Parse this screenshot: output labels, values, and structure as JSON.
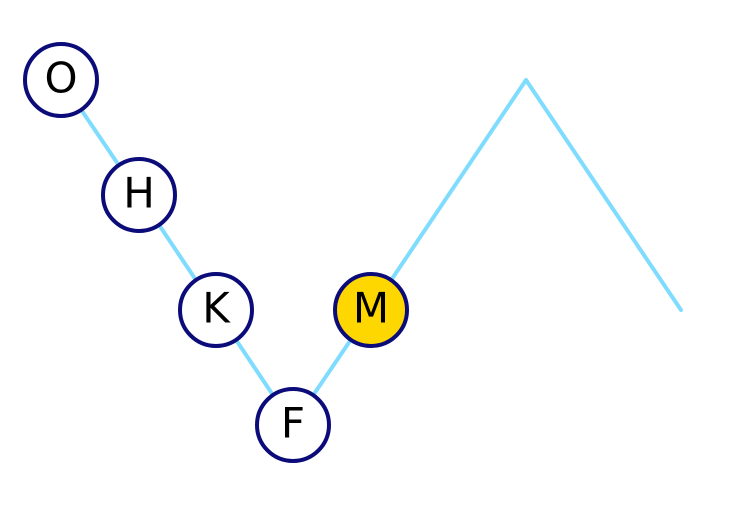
{
  "colors": {
    "edge": "#7fdcff",
    "node_stroke": "#0b0b7a",
    "node_fill": "#ffffff",
    "highlight_fill": "#ffd700",
    "label": "#000000"
  },
  "nodes": [
    {
      "id": "O",
      "label": "O",
      "highlighted": false
    },
    {
      "id": "H",
      "label": "H",
      "highlighted": false
    },
    {
      "id": "K",
      "label": "K",
      "highlighted": false
    },
    {
      "id": "F",
      "label": "F",
      "highlighted": false
    },
    {
      "id": "M",
      "label": "M",
      "highlighted": true
    }
  ],
  "edges": [
    {
      "from": "O",
      "to": "H"
    },
    {
      "from": "H",
      "to": "K"
    },
    {
      "from": "K",
      "to": "F"
    },
    {
      "from": "F",
      "to": "M"
    },
    {
      "from": "M",
      "to": "peak"
    },
    {
      "from": "peak",
      "to": "end"
    }
  ]
}
